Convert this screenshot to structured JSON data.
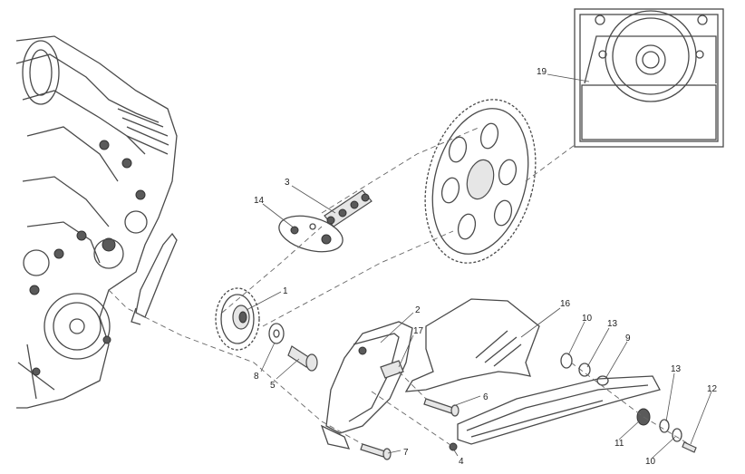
{
  "callouts": {
    "c1": "1",
    "c2": "2",
    "c3": "3",
    "c4": "4",
    "c5": "5",
    "c6": "6",
    "c7": "7",
    "c8": "8",
    "c9": "9",
    "c10a": "10",
    "c10b": "10",
    "c11": "11",
    "c12": "12",
    "c13a": "13",
    "c13b": "13",
    "c14": "14",
    "c16": "16",
    "c17": "17",
    "c19": "19"
  }
}
